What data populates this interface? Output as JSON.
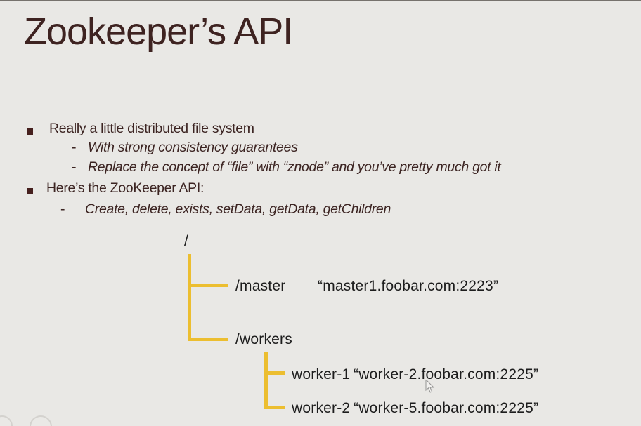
{
  "slide": {
    "title": "Zookeeper’s API",
    "sub_marker": "-",
    "bullets": [
      {
        "label": "Really a little distributed file system",
        "subs": [
          "With strong consistency guarantees",
          "Replace the concept of “file” with “znode” and you’ve pretty much got it"
        ]
      },
      {
        "label": "Here’s the ZooKeeper API:",
        "subs": [
          "Create, delete, exists, setData, getData, getChildren"
        ]
      }
    ]
  },
  "tree": {
    "root_label": "/",
    "master": {
      "name": "/master",
      "value": "“master1.foobar.com:2223”"
    },
    "workers": {
      "name": "/workers"
    },
    "worker1": {
      "name": "worker-1",
      "value": "“worker-2.foobar.com:2225”"
    },
    "worker2": {
      "name": "worker-2",
      "value": "“worker-5.foobar.com:2225”"
    }
  },
  "colors": {
    "background": "#e9e8e5",
    "heading_text": "#3e2321",
    "body_text": "#3c2422",
    "diagram_text": "#1d1d1d",
    "tree_line": "#ecbe30",
    "bullet_square": "#46201e"
  }
}
